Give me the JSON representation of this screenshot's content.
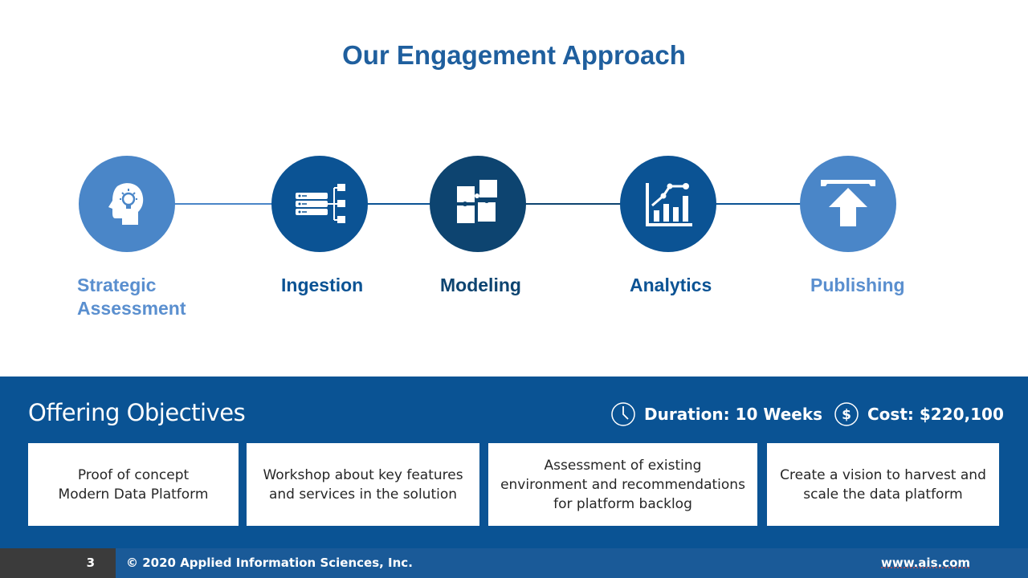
{
  "slide": {
    "title": "Our Engagement Approach"
  },
  "stages": [
    {
      "label": "Strategic Assessment",
      "icon": "head-lightbulb-icon",
      "color": "#4a86c8"
    },
    {
      "label": "Ingestion",
      "icon": "server-folders-icon",
      "color": "#0b5394"
    },
    {
      "label": "Modeling",
      "icon": "puzzle-icon",
      "color": "#0d4470"
    },
    {
      "label": "Analytics",
      "icon": "chart-icon",
      "color": "#0b5394"
    },
    {
      "label": "Publishing",
      "icon": "upload-icon",
      "color": "#4a86c8"
    }
  ],
  "objectives": {
    "title": "Offering Objectives",
    "duration": {
      "icon": "clock-icon",
      "label": "Duration: 10 Weeks"
    },
    "cost": {
      "icon": "dollar-icon",
      "label": "Cost: $220,100"
    },
    "cards": [
      "Proof of concept\nModern Data Platform",
      "Workshop about key features\nand services in the solution",
      "Assessment of existing\nenvironment and recommendations\nfor platform backlog",
      "Create a vision to harvest and\nscale the data platform"
    ]
  },
  "footer": {
    "page_number": "3",
    "copyright": "© 2020 Applied Information Sciences, Inc.",
    "url": "www.ais.com"
  }
}
